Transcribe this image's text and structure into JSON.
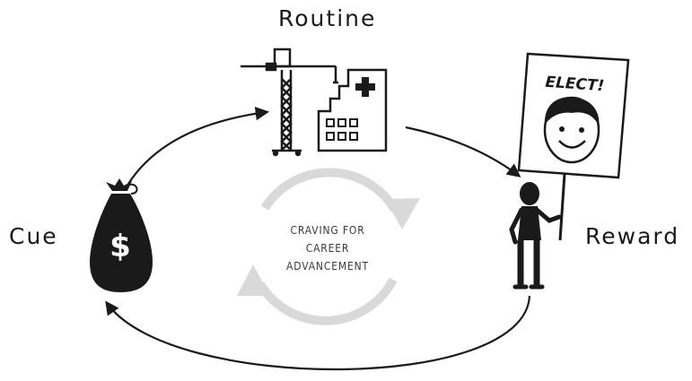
{
  "labels": {
    "routine": "Routine",
    "cue": "Cue",
    "reward": "Reward"
  },
  "craving": {
    "line1": "CRAVING FOR",
    "line2": "CAREER",
    "line3": "ADVANCEMENT"
  },
  "sign_text": "ELECT!",
  "money_symbol": "$",
  "icons": {
    "cue": "money-bag-icon",
    "routine": "crane-and-building-icon",
    "reward": "person-with-campaign-sign-icon"
  },
  "colors": {
    "ink": "#1a1a1a",
    "cycle_arrows": "#d9d9d9",
    "background": "#ffffff"
  }
}
